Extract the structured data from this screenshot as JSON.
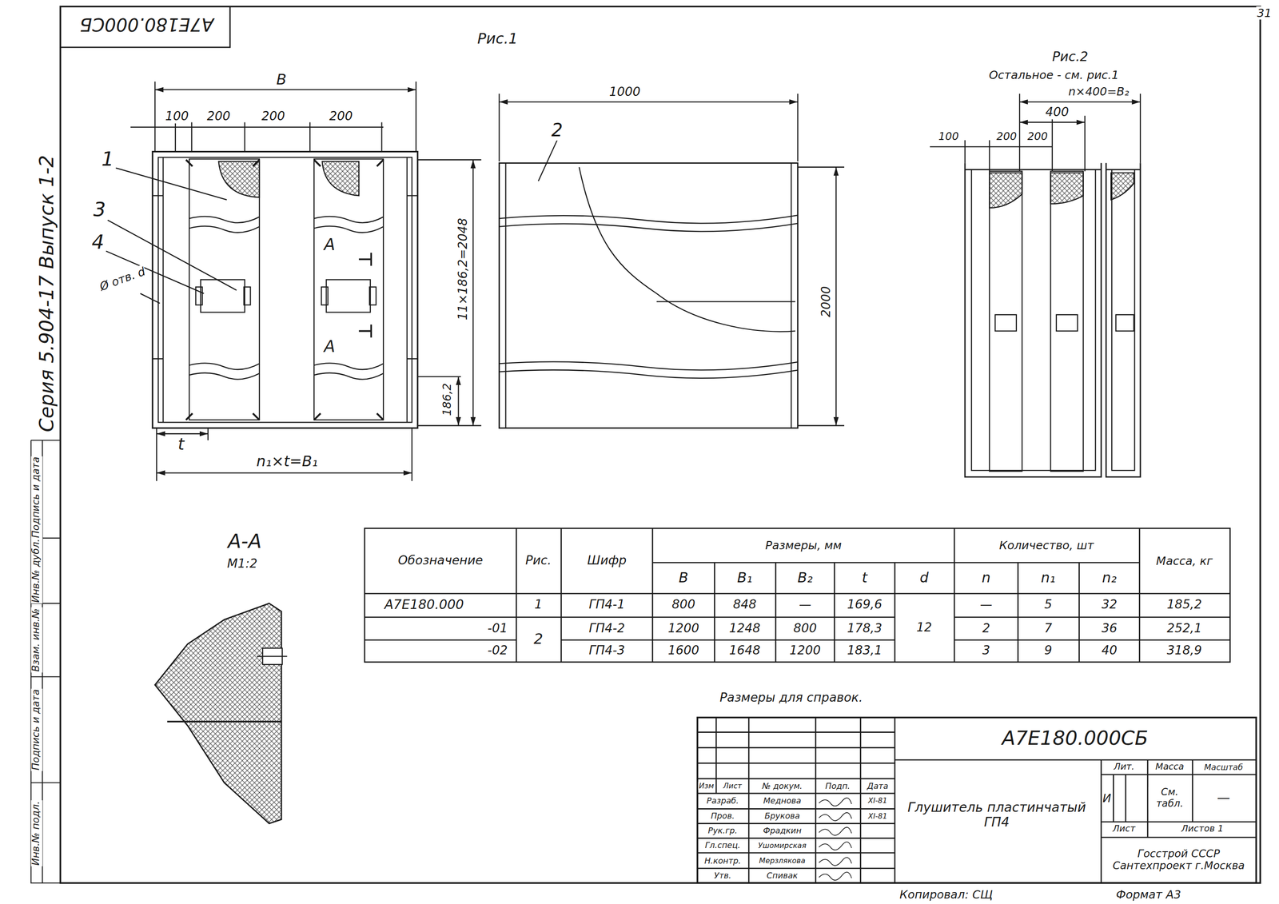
{
  "diagram": {
    "labels": [
      "А7Е180.000СБ",
      "31",
      "Серия 5.904-17 Выпуск 1-2",
      "Подпись и дата",
      "Инв.№ дубл.",
      "Взам. инв.№",
      "Подпись и дата",
      "Инв.№ подл.",
      "Рис.1",
      "Рис.2",
      "Остальное - см. рис.1",
      "B",
      "100",
      "200",
      "200",
      "200",
      "1",
      "3",
      "4",
      "Ø отв. d",
      "А",
      "А",
      "11×186,2=2048",
      "186,2",
      "t",
      "n₁×t=B₁",
      "1000",
      "2",
      "2000",
      "n×400=B₂",
      "400",
      "100",
      "200",
      "200",
      "А-А",
      "М1:2",
      "Обозначение",
      "Рис.",
      "Шифр",
      "Размеры, мм",
      "Количество, шт",
      "Масса, кг",
      "B",
      "B₁",
      "B₂",
      "t",
      "d",
      "n",
      "n₁",
      "n₂",
      "А7Е180.000",
      "1",
      "ГП4-1",
      "800",
      "848",
      "—",
      "169,6",
      "—",
      "5",
      "32",
      "185,2",
      "-01",
      "2",
      "ГП4-2",
      "1200",
      "1248",
      "800",
      "178,3",
      "12",
      "2",
      "7",
      "36",
      "252,1",
      "-02",
      "ГП4-3",
      "1600",
      "1648",
      "1200",
      "183,1",
      "3",
      "9",
      "40",
      "318,9",
      "Размеры для справок.",
      "А7Е180.000СБ",
      "Глушитель пластинчатый ГП4",
      "Лит.",
      "Масса",
      "Масштаб",
      "И",
      "См. табл.",
      "—",
      "Лист",
      "Листов 1",
      "Госстрой СССР Сантехпроект г.Москва",
      "Изм",
      "Лист",
      "№ докум.",
      "Подп.",
      "Дата",
      "Разраб.",
      "Меднова",
      "XI-81",
      "Пров.",
      "Брукова",
      "XI-81",
      "Рук.гр.",
      "Фрадкин",
      "Гл.спец.",
      "Ушомирская",
      "Н.контр.",
      "Мерзлякова",
      "Утв.",
      "Спивак",
      "Копировал: СЩ",
      "Формат А3"
    ]
  }
}
